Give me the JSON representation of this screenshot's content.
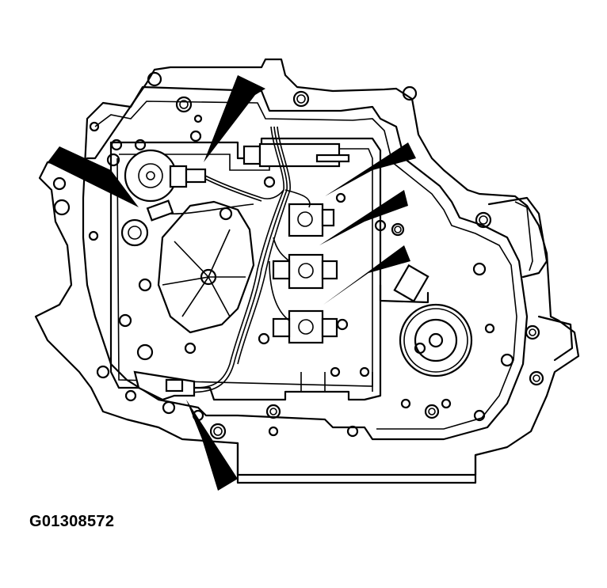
{
  "figure": {
    "id_label": "G01308572",
    "subject": "Transmission valve body with solenoids and wiring harness",
    "line_color": "#000000",
    "background_color": "#ffffff",
    "callout_arrows": [
      {
        "name": "arrow-top-left-1",
        "points_to": "connector near round solenoid"
      },
      {
        "name": "arrow-left",
        "points_to": "round pressure solenoid"
      },
      {
        "name": "arrow-right-1",
        "points_to": "upper shift solenoid"
      },
      {
        "name": "arrow-right-2",
        "points_to": "middle shift solenoid"
      },
      {
        "name": "arrow-right-3",
        "points_to": "lower shift solenoid"
      },
      {
        "name": "arrow-bottom",
        "points_to": "harness connector at case"
      }
    ]
  }
}
